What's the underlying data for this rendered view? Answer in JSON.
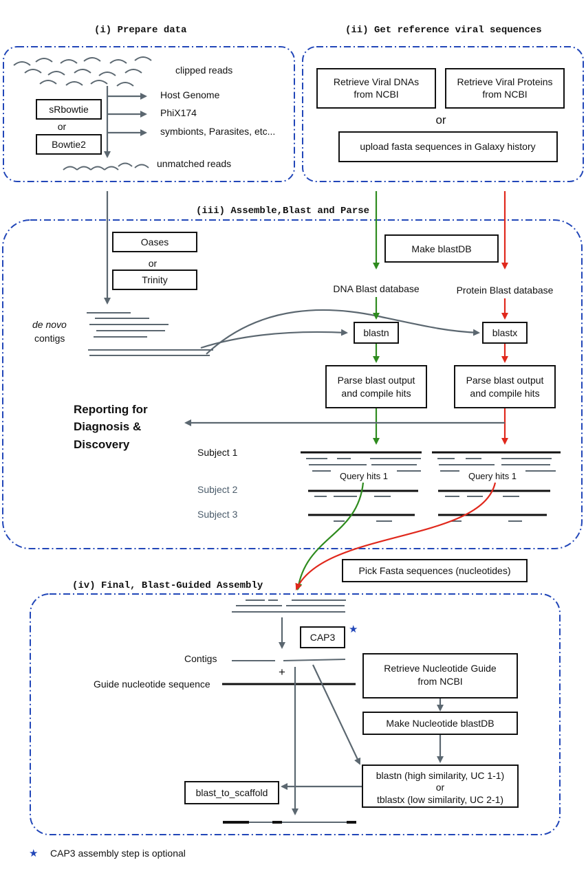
{
  "sections": {
    "prepare": "(i) Prepare data",
    "reference": "(ii) Get reference viral sequences",
    "assemble": "(iii) Assemble,Blast and Parse",
    "final": "(iv) Final, Blast-Guided Assembly"
  },
  "prepare": {
    "clipped_reads": "clipped reads",
    "aligner_1": "sRbowtie",
    "or": "or",
    "aligner_2": "Bowtie2",
    "filters": [
      "Host Genome",
      "PhiX174",
      "symbionts, Parasites, etc..."
    ],
    "unmatched_reads": "unmatched reads"
  },
  "reference": {
    "retrieve_dna_1": "Retrieve Viral DNAs",
    "retrieve_dna_2": "from NCBI",
    "retrieve_prot_1": "Retrieve Viral Proteins",
    "retrieve_prot_2": "from NCBI",
    "or": "or",
    "upload": "upload fasta sequences in Galaxy history"
  },
  "assemble": {
    "assembler_1": "Oases",
    "or": "or",
    "assembler_2": "Trinity",
    "contigs_1": "de novo",
    "contigs_2": "contigs",
    "make_db": "Make blastDB",
    "dna_db": "DNA Blast database",
    "prot_db": "Protein Blast database",
    "blastn": "blastn",
    "blastx": "blastx",
    "parse_1": "Parse blast output",
    "parse_2": "and compile hits",
    "report_1": "Reporting for",
    "report_2": "Diagnosis &",
    "report_3": "Discovery",
    "subject_1": "Subject 1",
    "subject_2": "Subject 2",
    "subject_3": "Subject 3",
    "query_hits": "Query hits 1"
  },
  "final": {
    "pick_fasta": "Pick Fasta sequences (nucleotides)",
    "cap3": "CAP3",
    "contigs": "Contigs",
    "plus": "+",
    "guide": "Guide nucleotide sequence",
    "retrieve_guide_1": "Retrieve Nucleotide Guide",
    "retrieve_guide_2": "from NCBI",
    "make_nt_db": "Make Nucleotide blastDB",
    "blast_1": "blastn (high similarity, UC 1-1)",
    "blast_or": "or",
    "blast_2": "tblastx (low similarity, UC 2-1)",
    "scaffold": "blast_to_scaffold"
  },
  "footnote": {
    "star": "★",
    "text": "CAP3 assembly step is optional"
  },
  "colors": {
    "frame": "#2146b8",
    "gray_arrow": "#5b6770",
    "green_arrow": "#2e8b1e",
    "red_arrow": "#e0281c",
    "star": "#2146b8"
  }
}
